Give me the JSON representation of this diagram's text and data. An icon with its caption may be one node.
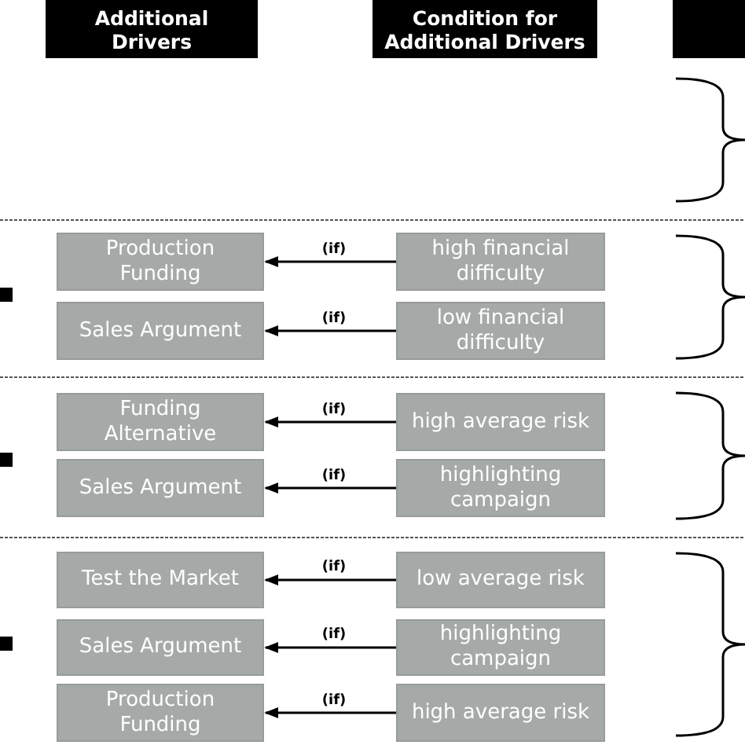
{
  "diagram": {
    "nodes": [
      {
        "text": [
          "Additional Drivers"
        ]
      },
      {
        "text": [
          "Condition for Additional Drivers"
        ]
      },
      {
        "text": [],
        "shape": "bar"
      },
      {
        "text": [
          "Production Funding"
        ]
      },
      {
        "text": [
          "high financial difficulty"
        ]
      },
      {
        "text": [
          "Sales Argument"
        ]
      },
      {
        "text": [
          "low financial difficulty"
        ]
      },
      {
        "text": [
          "Funding Alternative"
        ]
      },
      {
        "text": [
          "high average risk"
        ]
      },
      {
        "text": [
          "Sales Argument"
        ]
      },
      {
        "text": [
          "highlighting campaign"
        ]
      },
      {
        "text": [
          "Test the Market"
        ]
      },
      {
        "text": [
          "low average risk"
        ]
      },
      {
        "text": [
          "Sales Argument"
        ]
      },
      {
        "text": [
          "highlighting campaign"
        ]
      },
      {
        "text": [
          "Production Funding"
        ]
      },
      {
        "text": [
          "high average risk"
        ]
      }
    ],
    "edges": [
      {
        "from": 4,
        "to": 3,
        "arrow": "to",
        "label": "(if)"
      },
      {
        "from": 6,
        "to": 5,
        "arrow": "to",
        "label": "(if)"
      },
      {
        "from": 8,
        "to": 7,
        "arrow": "to",
        "label": "(if)"
      },
      {
        "from": 10,
        "to": 9,
        "arrow": "to",
        "label": "(if)"
      },
      {
        "from": 12,
        "to": 11,
        "arrow": "to",
        "label": "(if)"
      },
      {
        "from": 14,
        "to": 13,
        "arrow": "to",
        "label": "(if)"
      },
      {
        "from": 16,
        "to": 15,
        "arrow": "to",
        "label": "(if)"
      }
    ]
  }
}
